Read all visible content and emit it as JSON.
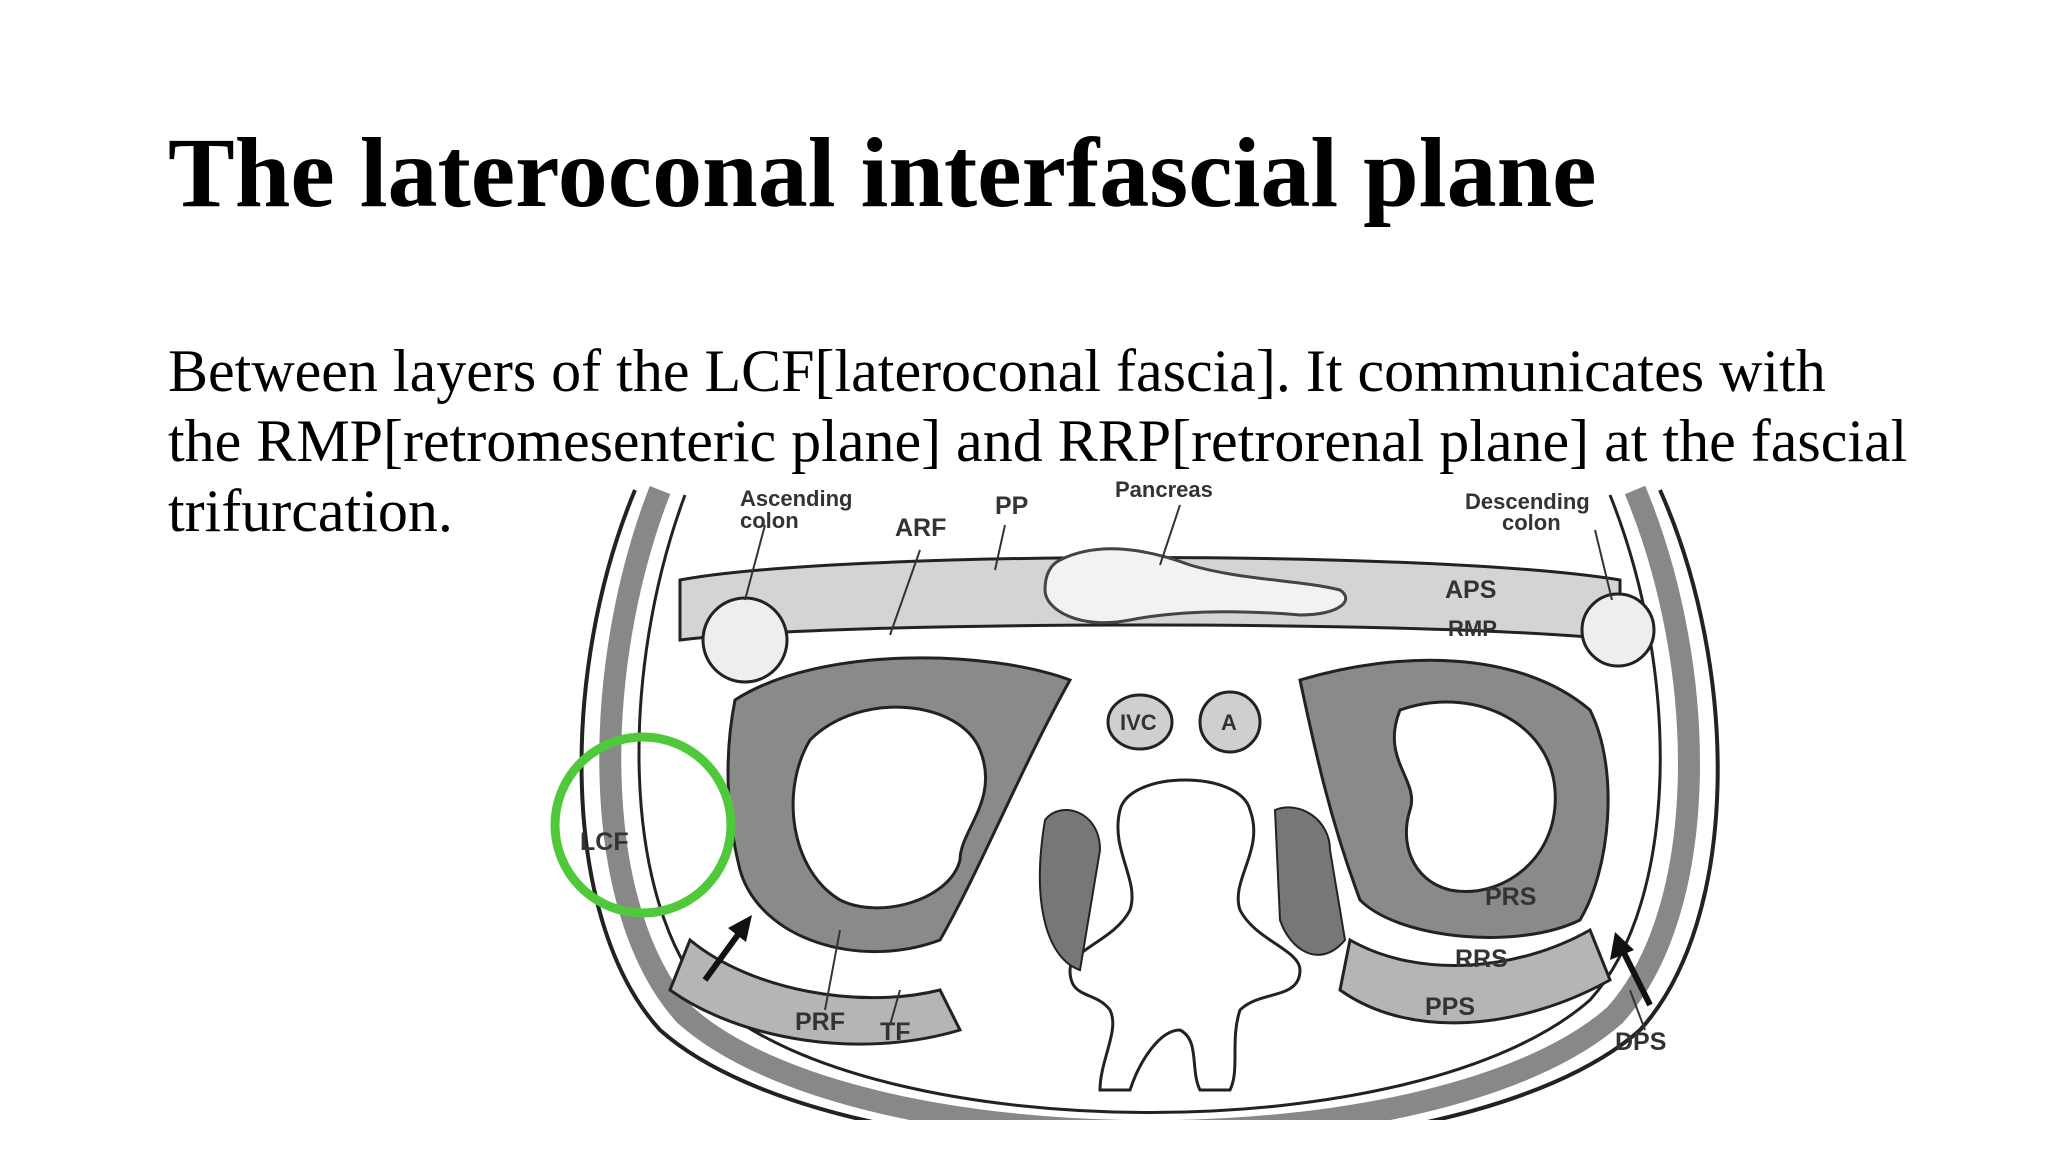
{
  "slide": {
    "title": "The lateroconal interfascial plane",
    "body_lines": [
      "Between layers of the LCF[lateroconal fascia]. It communicates with",
      "the RMP[retromesenteric plane] and RRP[retrorenal plane] at the fascial",
      "trifurcation."
    ]
  },
  "figure": {
    "labels": {
      "ascending_colon_1": "Ascending",
      "ascending_colon_2": "colon",
      "arf": "ARF",
      "pp": "PP",
      "pancreas": "Pancreas",
      "descending_colon_1": "Descending",
      "descending_colon_2": "colon",
      "aps": "APS",
      "rmp": "RMP",
      "ivc": "IVC",
      "a": "A",
      "lcf": "LCF",
      "prs": "PRS",
      "rrs": "RRS",
      "pps": "PPS",
      "prf": "PRF",
      "tf": "TF",
      "dps": "DPS"
    },
    "highlight_color": "#4fc93a"
  }
}
